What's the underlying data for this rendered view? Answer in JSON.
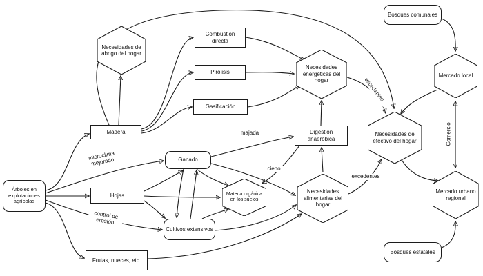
{
  "diagram": {
    "nodes": {
      "arboles": "Árboles en explotaciones agrícolas",
      "abrigo": "Necesidades de abrigo del hogar",
      "madera": "Madera",
      "hojas": "Hojas",
      "frutas": "Frutas, nueces, etc.",
      "combustion": "Combustión directa",
      "pirolisis": "Pirólisis",
      "gasificacion": "Gasificación",
      "ganado": "Ganado",
      "cultivos": "Cultivos extensivos",
      "materia": "Materia orgánica en los suelos",
      "digestion": "Digestión anaeróbica",
      "energeticas": "Necesidades energéticas del hogar",
      "alimentarias": "Necesidades alimentarias del hogar",
      "efectivo": "Necesidades de efectivo del hogar",
      "bosques_comunales": "Bosques comunales",
      "mercado_local": "Mercado local",
      "mercado_urbano": "Mercado urbano regional",
      "bosques_estatales": "Bosques estatales"
    },
    "edge_labels": {
      "majada": "majada",
      "cieno": "cieno",
      "microclima": "microclima mejorado",
      "erosion": "control de erosión",
      "excedentes_energia": "excedentes",
      "excedentes_alimentos": "excedentes",
      "comercio": "Comercio"
    }
  }
}
